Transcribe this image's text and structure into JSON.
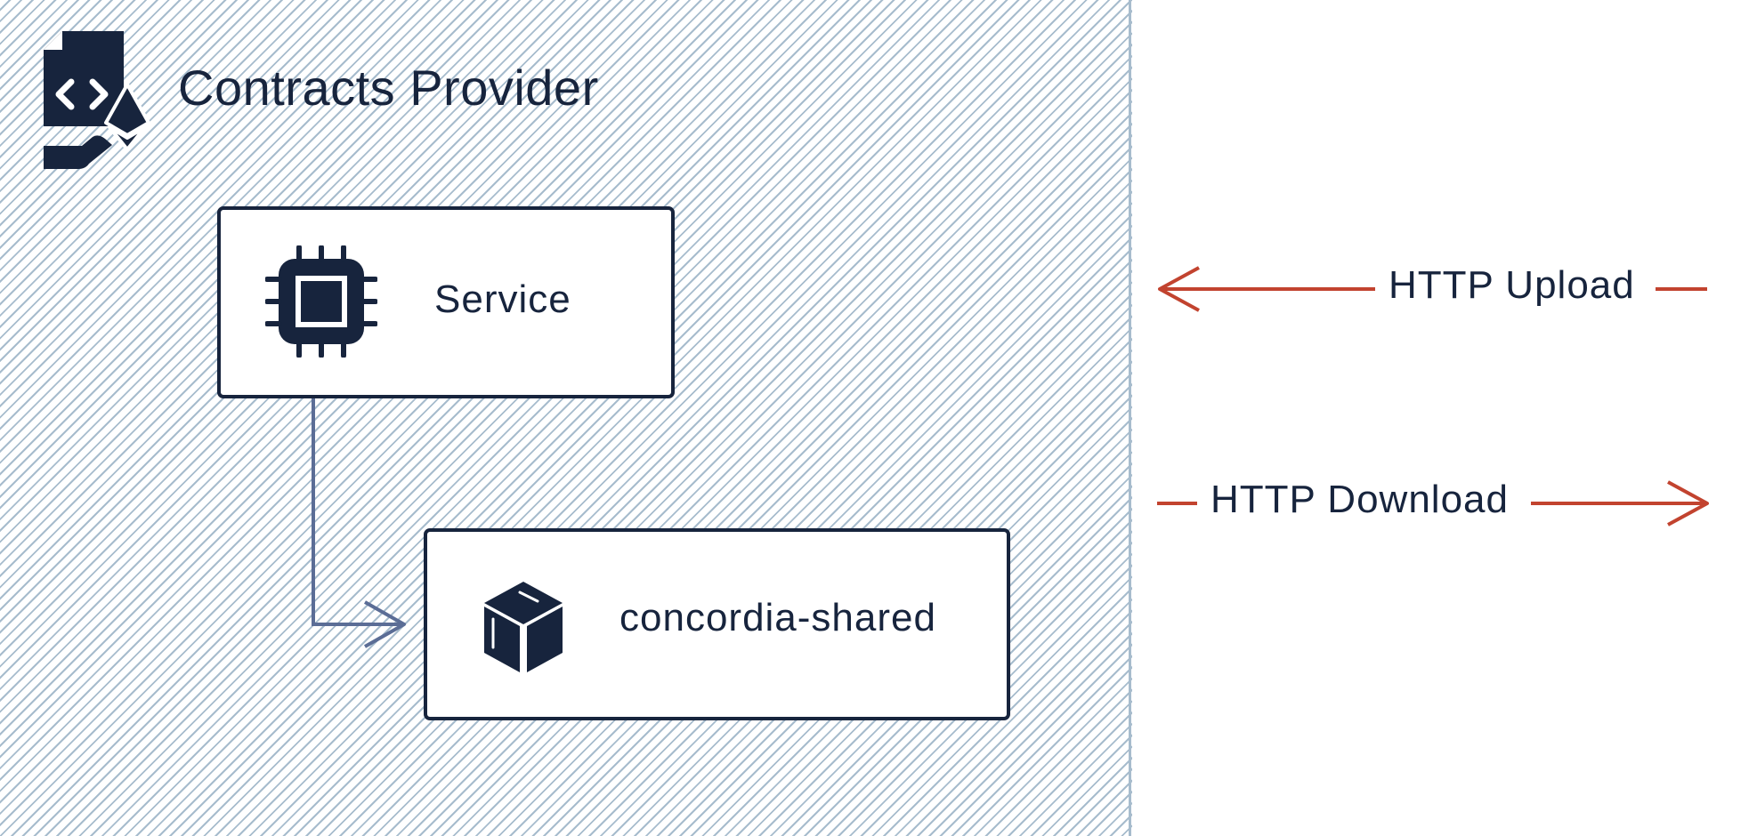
{
  "diagram": {
    "title": "Contracts Provider",
    "title_icon": "contract-provider-icon",
    "nodes": [
      {
        "id": "service",
        "label": "Service",
        "icon": "cpu-chip-icon"
      },
      {
        "id": "concordia-shared",
        "label": "concordia-shared",
        "icon": "package-box-icon"
      }
    ],
    "edges": [
      {
        "from": "service",
        "to": "concordia-shared"
      }
    ],
    "external_flows": [
      {
        "label": "HTTP Upload",
        "direction": "inbound"
      },
      {
        "label": "HTTP Download",
        "direction": "outbound"
      }
    ]
  },
  "colors": {
    "hatch": "#a7bccd",
    "ink": "#17243d",
    "edge": "#5b6d96",
    "flow": "#c2432f"
  }
}
